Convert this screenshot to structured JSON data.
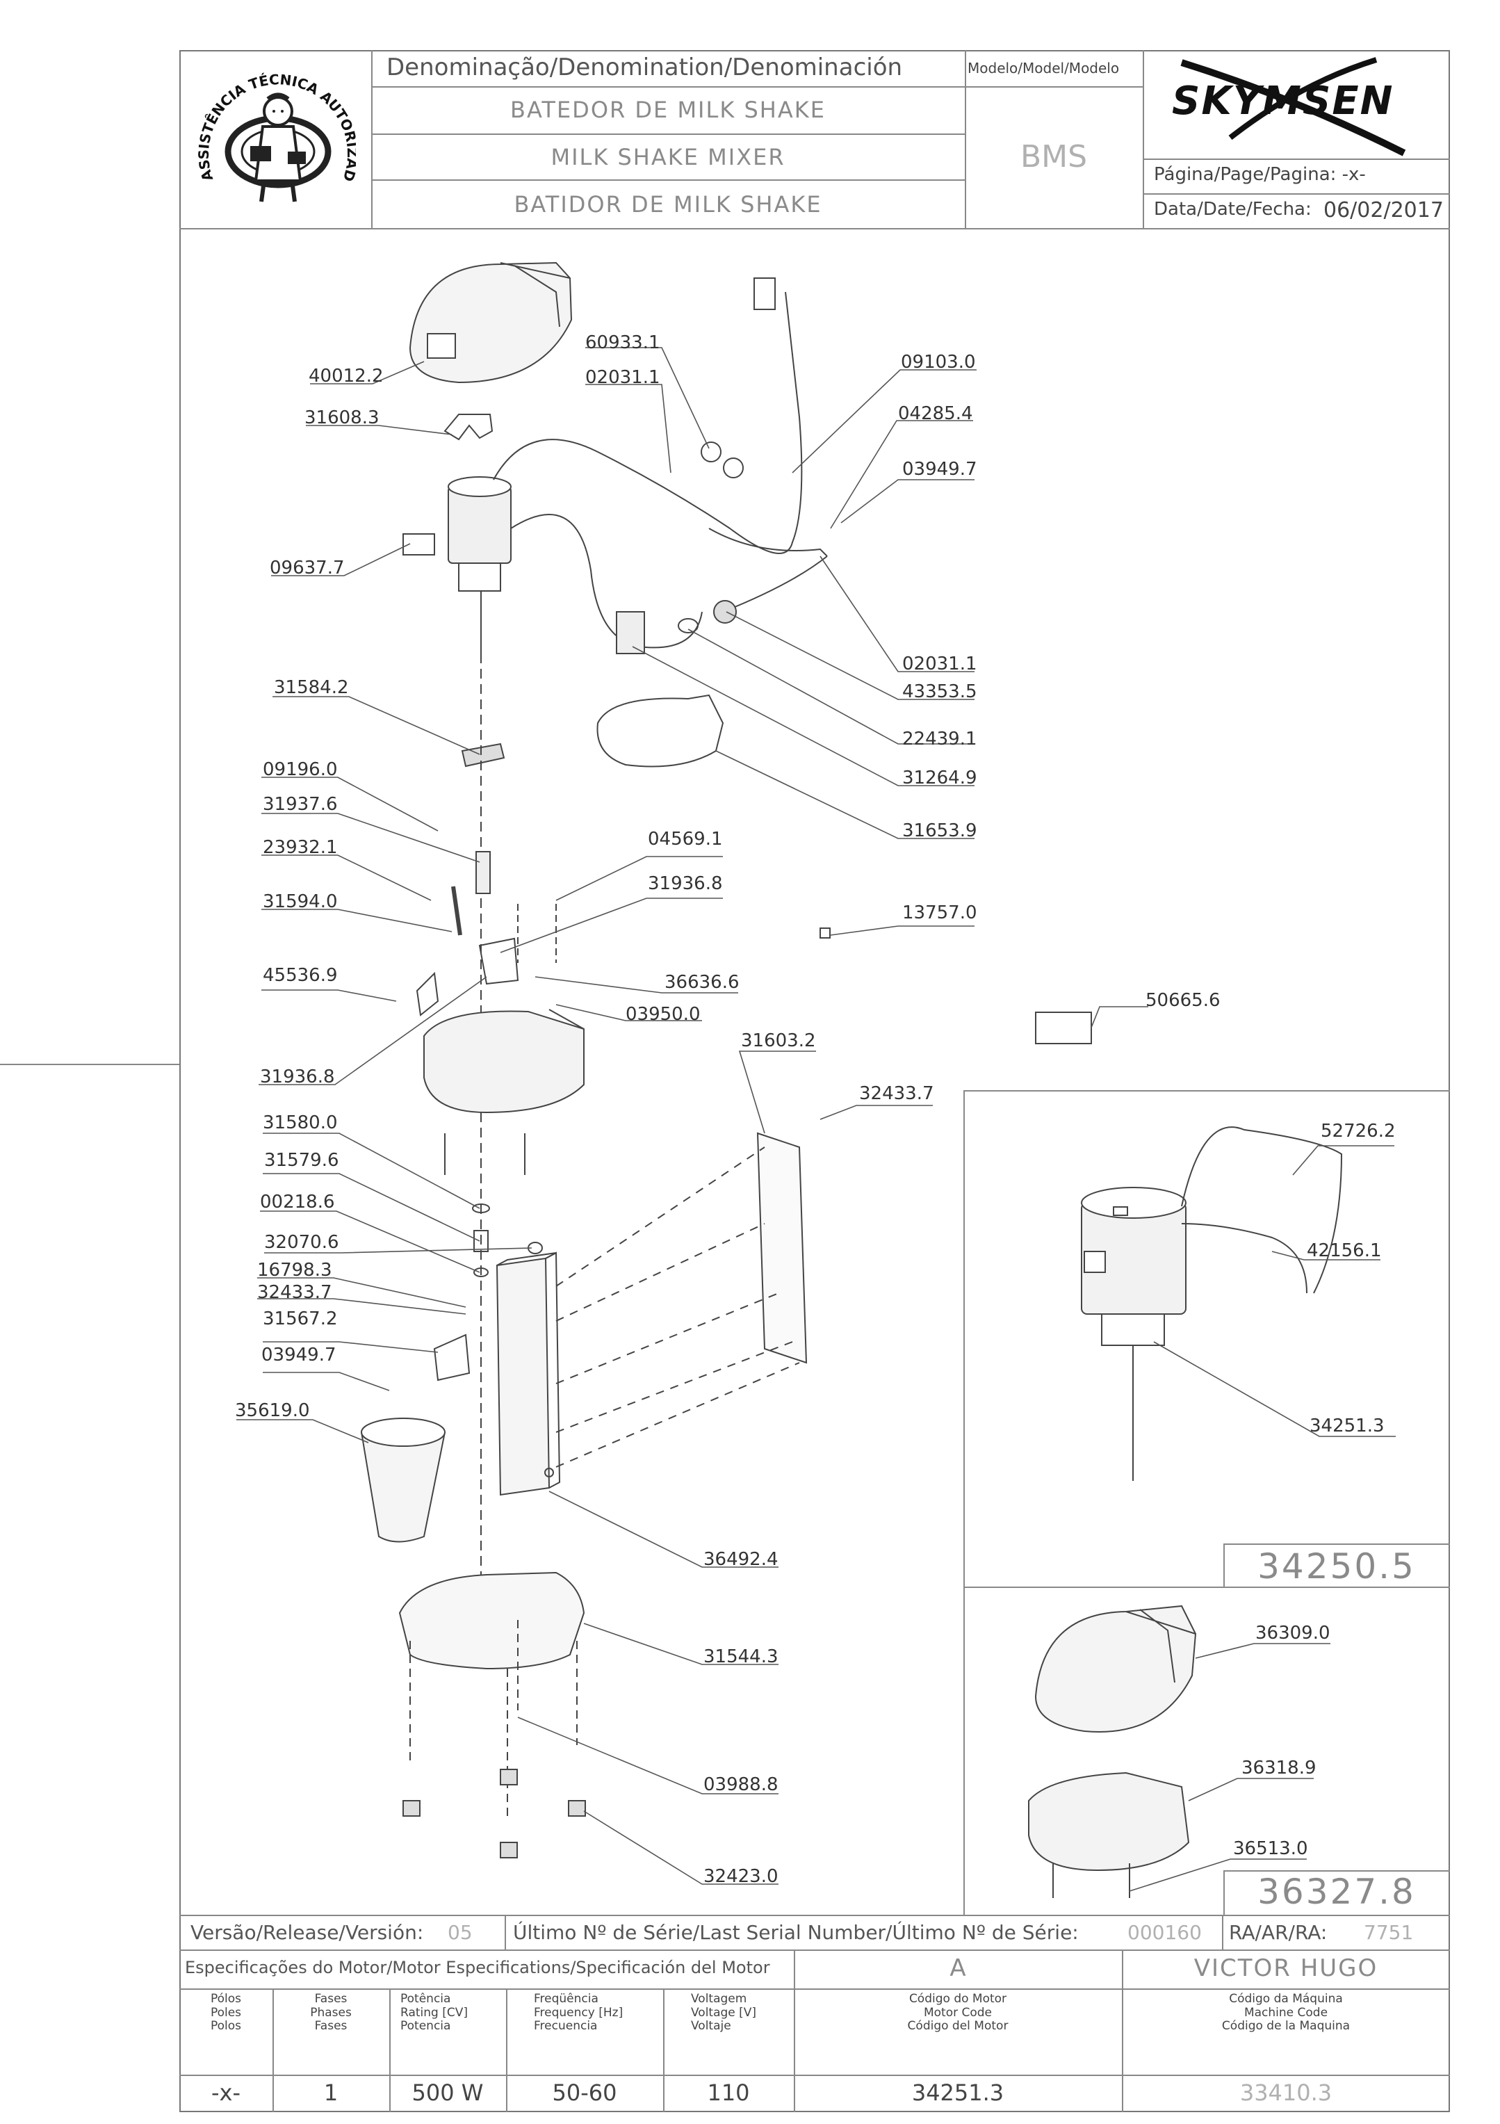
{
  "header": {
    "logo_text": "ASSISTÊNCIA TÉCNICA AUTORIZADA",
    "denomination_label": "Denominação/Denomination/Denominación",
    "names": [
      "BATEDOR DE MILK SHAKE",
      "MILK SHAKE MIXER",
      "BATIDOR DE MILK SHAKE"
    ],
    "model_label": "Modelo/Model/Modelo",
    "model_value": "BMS",
    "brand": "SKYMSEN",
    "page_label": "Página/Page/Pagina: -x-",
    "date_label": "Data/Date/Fecha:",
    "date_value": "06/02/2017"
  },
  "parts_main": [
    "40012.2",
    "31608.3",
    "09637.7",
    "60933.1",
    "02031.1",
    "09103.0",
    "04285.4",
    "03949.7",
    "02031.1",
    "43353.5",
    "22439.1",
    "31264.9",
    "31653.9",
    "31584.2",
    "09196.0",
    "31937.6",
    "23932.1",
    "31594.0",
    "04569.1",
    "31936.8",
    "13757.0",
    "45536.9",
    "36636.6",
    "03950.0",
    "31936.8",
    "50665.6",
    "31603.2",
    "32433.7",
    "31580.0",
    "31579.6",
    "00218.6",
    "32070.6",
    "16798.3",
    "32433.7",
    "31567.2",
    "03949.7",
    "35619.0",
    "36492.4",
    "31544.3",
    "03988.8",
    "32423.0"
  ],
  "kit_motor": {
    "parts": [
      "52726.2",
      "42156.1",
      "34251.3"
    ],
    "kit_code": "34250.5"
  },
  "kit_body": {
    "parts": [
      "36309.0",
      "36318.9",
      "36513.0"
    ],
    "kit_code": "36327.8"
  },
  "footer": {
    "release_label": "Versão/Release/Versión:",
    "release_value": "05",
    "serial_label": "Último Nº de Série/Last Serial Number/Último Nº de Série:",
    "serial_value": "000160",
    "ra_label": "RA/AR/RA:",
    "ra_value": "7751",
    "motor_spec_label": "Especificações do Motor/Motor Especifications/Specificación del Motor",
    "revision": "A",
    "author": "VICTOR HUGO",
    "col_poles": "Pólos\nPoles\nPolos",
    "col_phases": "Fases\nPhases\nFases",
    "col_power": "Potência\nRating [CV]\nPotencia",
    "col_freq": "Freqüência\nFrequency [Hz]\nFrecuencia",
    "col_voltage": "Voltagem\nVoltage [V]\nVoltaje",
    "col_motor_code": "Código do Motor\nMotor Code\nCódigo del Motor",
    "col_machine_code": "Código da Máquina\nMachine Code\nCódigo de la Maquina",
    "val_poles": "-x-",
    "val_phases": "1",
    "val_power": "500 W",
    "val_freq": "50-60",
    "val_voltage": "110",
    "val_motor_code": "34251.3",
    "val_machine_code": "33410.3"
  }
}
